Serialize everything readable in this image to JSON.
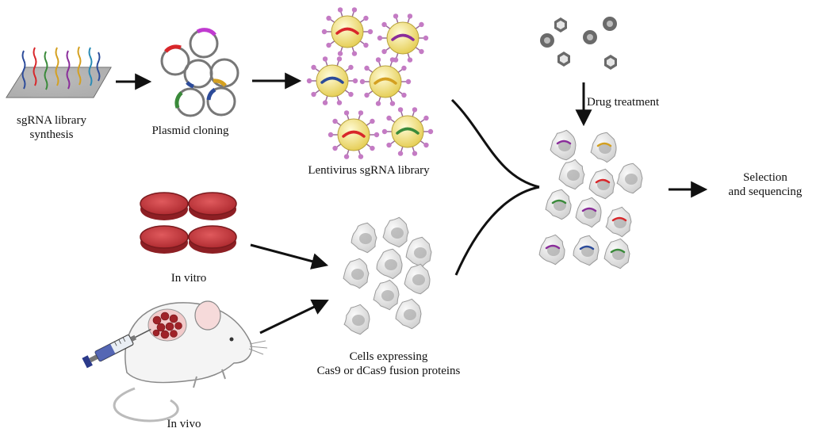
{
  "diagram": {
    "title": "CRISPR sgRNA library screening workflow",
    "labels": {
      "sgrna_synthesis_line1": "sgRNA library",
      "sgrna_synthesis_line2": "synthesis",
      "plasmid_cloning": "Plasmid cloning",
      "lentivirus_library": "Lentivirus sgRNA library",
      "drug_treatment": "Drug treatment",
      "selection_line1": "Selection",
      "selection_line2": "and sequencing",
      "in_vitro": "In vitro",
      "in_vivo": "In vivo",
      "cells_line1": "Cells expressing",
      "cells_line2": "Cas9 or dCas9 fusion proteins"
    }
  },
  "colors": {
    "arrow": "#111111",
    "virus_body": "#f3e27a",
    "virus_spike": "#c47bc4",
    "plasmid_ring": "#777777",
    "dish_fill": "#c9383c",
    "cell_fill": "#e4e4e4",
    "drug_dark": "#6a6a6a",
    "mouse_body": "#f2f2f2",
    "sgrna_colors": [
      "#d8262a",
      "#8a2c9a",
      "#2c4b9a",
      "#3a8a3a",
      "#d4a020",
      "#2a8bb5"
    ]
  },
  "icons": [
    "sgrna-chip-icon",
    "plasmid-icon",
    "lentivirus-icon",
    "drug-icon",
    "petri-dish-icon",
    "mouse-icon",
    "syringe-icon",
    "cell-icon",
    "arrow-icon"
  ]
}
